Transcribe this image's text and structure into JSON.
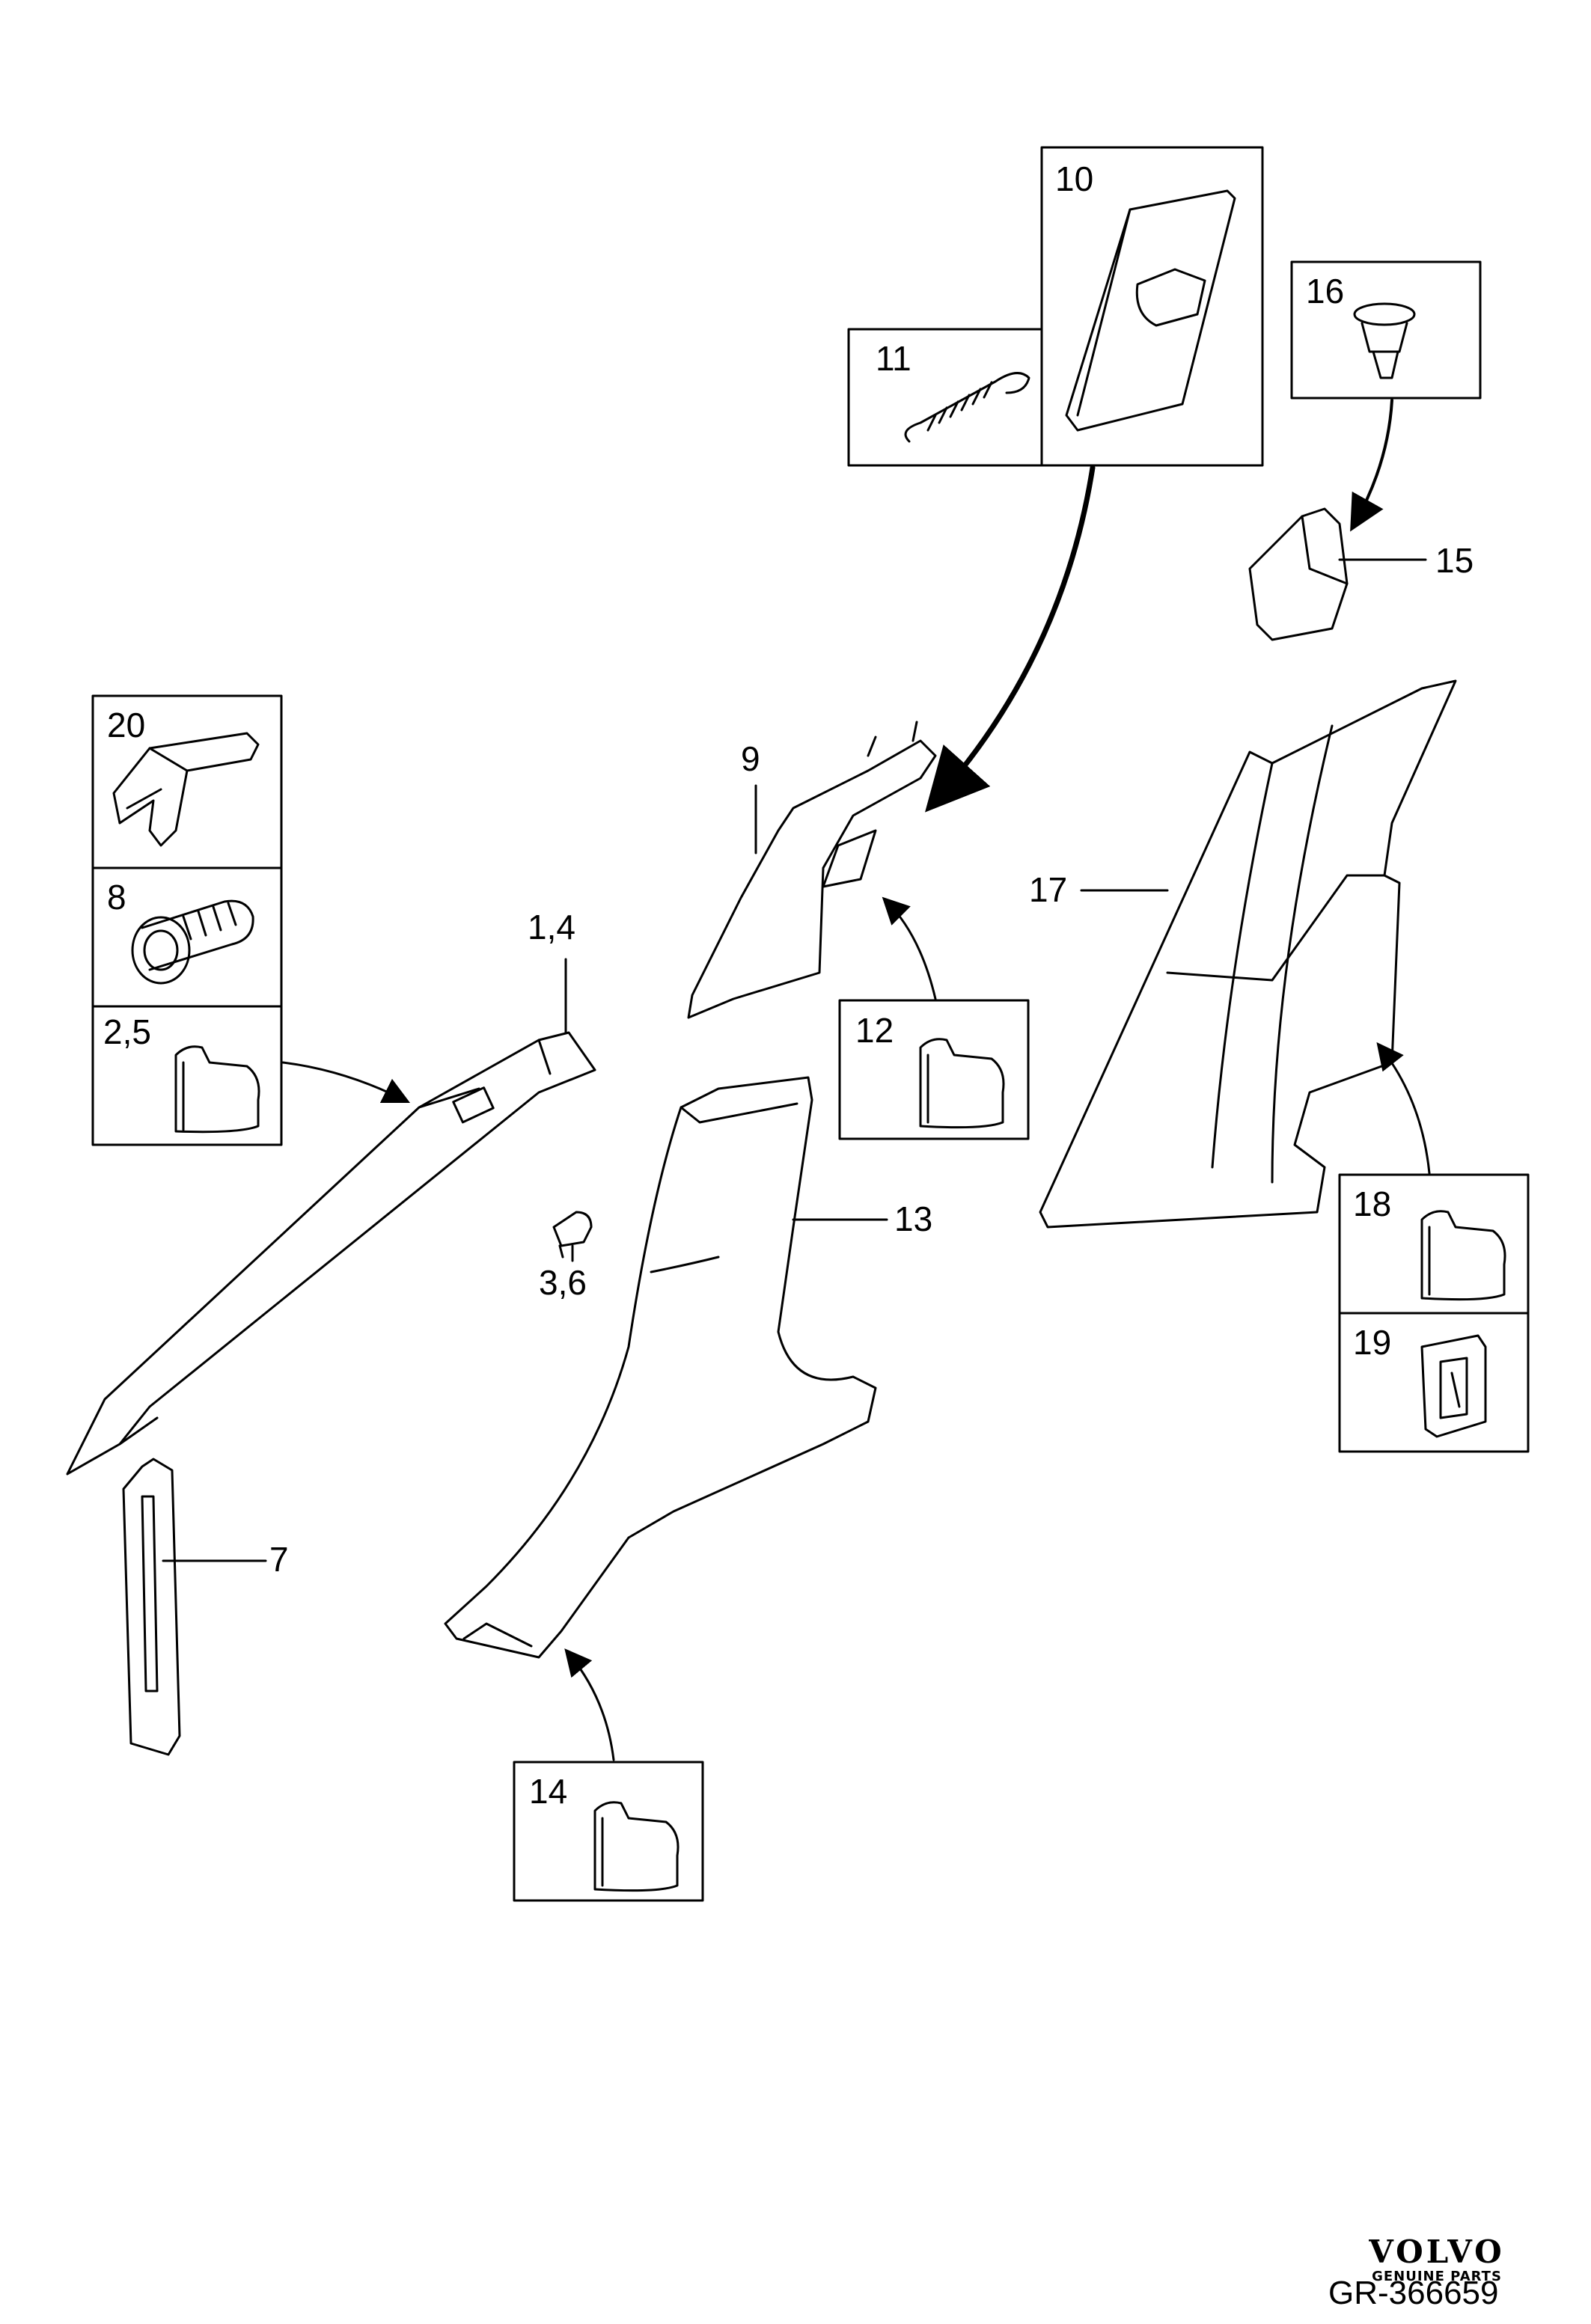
{
  "callouts": {
    "c20": "20",
    "c8": "8",
    "c2_5": "2,5",
    "c1_4": "1,4",
    "c3_6": "3,6",
    "c7": "7",
    "c9": "9",
    "c10": "10",
    "c11": "11",
    "c12": "12",
    "c13": "13",
    "c14": "14",
    "c15": "15",
    "c16": "16",
    "c17": "17",
    "c18": "18",
    "c19": "19"
  },
  "brand": {
    "logo": "VOLVO",
    "tagline": "GENUINE PARTS"
  },
  "reference": "GR-366659"
}
